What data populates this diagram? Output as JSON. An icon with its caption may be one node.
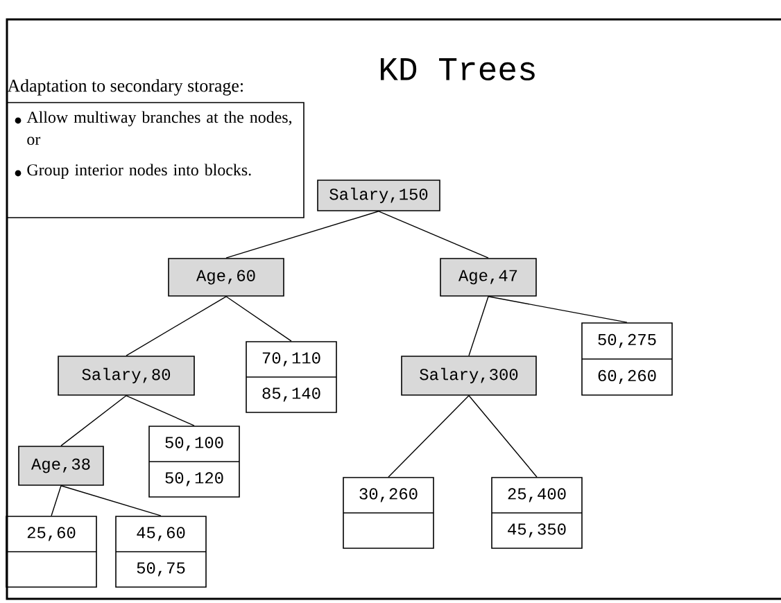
{
  "diagram": {
    "title": "KD Trees",
    "nodes": [
      {
        "text": [
          "Adaptation to secondary storage:",
          "Allow multiway branches at the nodes, or",
          "Group interior nodes into blocks."
        ]
      },
      {
        "text": [
          "Salary,150"
        ]
      },
      {
        "text": [
          "Age,60"
        ]
      },
      {
        "text": [
          "Age,47"
        ]
      },
      {
        "text": [
          "Salary,80"
        ]
      },
      {
        "text": [
          "70,110",
          "85,140"
        ]
      },
      {
        "text": [
          "Salary,300"
        ]
      },
      {
        "text": [
          "50,275",
          "60,260"
        ]
      },
      {
        "text": [
          "Age,38"
        ]
      },
      {
        "text": [
          "50,100",
          "50,120"
        ]
      },
      {
        "text": [
          "25,60"
        ]
      },
      {
        "text": [
          "45,60",
          "50,75"
        ]
      },
      {
        "text": [
          "30,260"
        ]
      },
      {
        "text": [
          "25,400",
          "45,350"
        ]
      }
    ],
    "edges": [
      {
        "from": 1,
        "to": 2,
        "arrow": "none"
      },
      {
        "from": 1,
        "to": 3,
        "arrow": "none"
      },
      {
        "from": 2,
        "to": 4,
        "arrow": "none"
      },
      {
        "from": 2,
        "to": 5,
        "arrow": "none"
      },
      {
        "from": 3,
        "to": 6,
        "arrow": "none"
      },
      {
        "from": 3,
        "to": 7,
        "arrow": "none"
      },
      {
        "from": 4,
        "to": 8,
        "arrow": "none"
      },
      {
        "from": 4,
        "to": 9,
        "arrow": "none"
      },
      {
        "from": 8,
        "to": 10,
        "arrow": "none"
      },
      {
        "from": 8,
        "to": 11,
        "arrow": "none"
      },
      {
        "from": 6,
        "to": 12,
        "arrow": "none"
      },
      {
        "from": 6,
        "to": 13,
        "arrow": "none"
      }
    ]
  }
}
